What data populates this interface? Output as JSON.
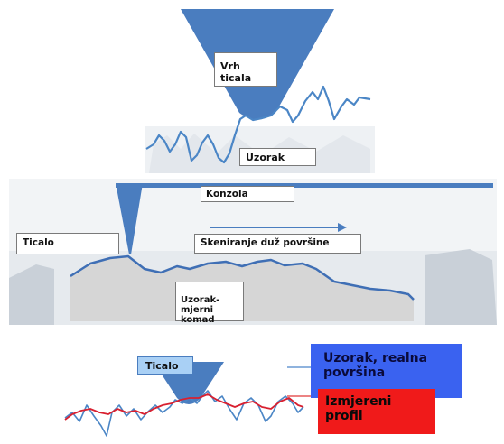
{
  "panel_top": {
    "tip_label": "Vrh ticala",
    "sample_label": "Uzorak"
  },
  "panel_middle": {
    "cantilever_label": "Konzola",
    "stylus_label": "Ticalo",
    "scan_label": "Skeniranje duž površine",
    "workpiece_label": "Uzorak-\nmjerni\nkomad"
  },
  "panel_bottom": {
    "stylus_label": "Ticalo",
    "legend_real": "Uzorak, realna površina",
    "legend_measured": "Izmjereni profil"
  },
  "colors": {
    "stylus_blue": "#4a7dbf",
    "profile_blue": "#4b86c6",
    "measured_red": "#d82030",
    "legend_blue_bg": "#3a62f0",
    "legend_red_bg": "#f01a1a",
    "workpiece_gray": "#d6d6d6",
    "ticalo_box": "#a9d0f5"
  }
}
